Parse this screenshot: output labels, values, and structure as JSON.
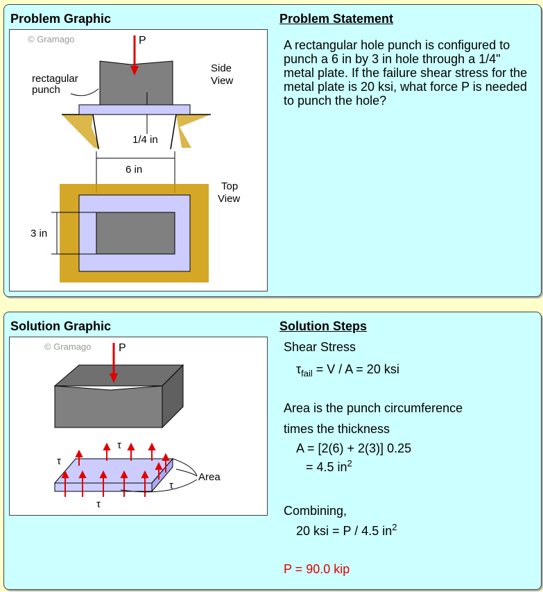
{
  "problem": {
    "graphic_title": "Problem Graphic",
    "statement_title": "Problem Statement",
    "statement": "A rectangular hole punch is configured to punch a 6 in by 3 in hole through a 1/4\" metal plate. If the failure shear stress for the metal plate is 20 ksi, what force P is needed to punch the hole?",
    "graphic": {
      "copyright": "© Gramago",
      "force_label": "P",
      "punch_label": "rectagular\npunch",
      "punch_label_line1": "rectagular",
      "punch_label_line2": "punch",
      "side_view_line1": "Side",
      "side_view_line2": "View",
      "thickness_label": "1/4 in",
      "width_label": "6 in",
      "top_view_line1": "Top",
      "top_view_line2": "View",
      "height_label": "3 in"
    }
  },
  "solution": {
    "graphic_title": "Solution Graphic",
    "steps_title": "Solution Steps",
    "graphic": {
      "copyright": "© Gramago",
      "force_label": "P",
      "tau": "τ",
      "area_label": "Area"
    },
    "steps": {
      "shear_heading": "Shear Stress",
      "tau_symbol": "τ",
      "tau_subscript": "fail",
      "tau_eq": " = V / A = 20 ksi",
      "area_line1": "Area is the punch circumference",
      "area_line2": "times the thickness",
      "area_eq1": "A = [2(6) + 2(3)] 0.25",
      "area_eq2": "= 4.5 in",
      "area_exp": "2",
      "combining": "Combining,",
      "combine_eq": "20 ksi = P / 4.5 in",
      "combine_exp": "2",
      "answer": "P = 90.0 kip"
    }
  },
  "colors": {
    "panel_bg": "#ccffff",
    "page_bg": "#ffffcc",
    "answer": "#e00000",
    "force_arrow": "#e00000",
    "plate": "#ccccff",
    "punch": "#808080",
    "die": "#cc9900"
  }
}
